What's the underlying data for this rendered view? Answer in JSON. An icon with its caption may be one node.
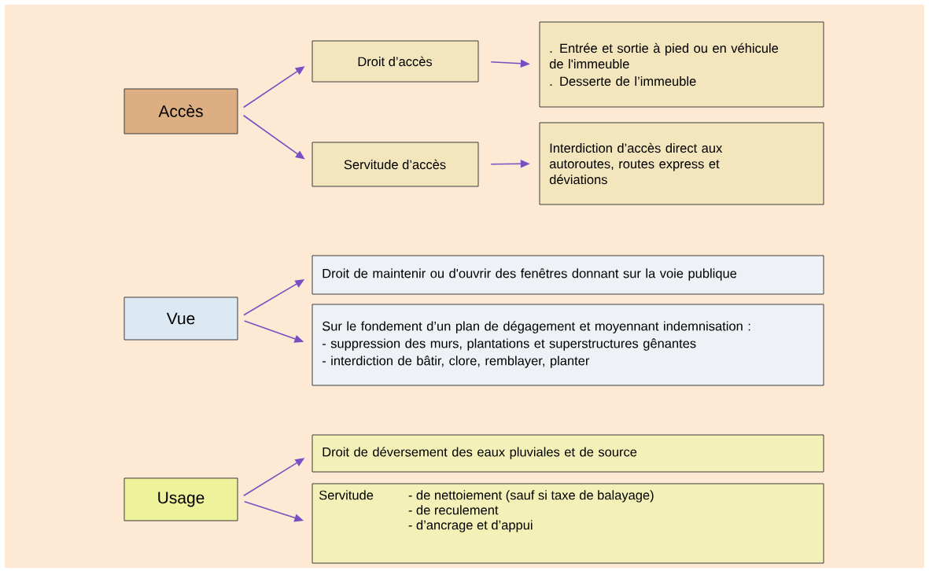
{
  "diagram": {
    "nodes": [
      {
        "text": [
          "Accès"
        ]
      },
      {
        "text": [
          "Droit d’accès"
        ]
      },
      {
        "text": [
          ". Entrée et sortie à pied ou en véhicule de l'immeuble",
          ". Desserte de l’immeuble"
        ]
      },
      {
        "text": [
          "Servitude d’accès"
        ]
      },
      {
        "text": [
          "Interdiction d’accès direct aux autoroutes, routes express et déviations"
        ]
      },
      {
        "text": [
          "Vue"
        ]
      },
      {
        "text": [
          "Droit de maintenir ou d'ouvrir des fenêtres donnant sur la voie publique"
        ]
      },
      {
        "text": [
          "Sur le fondement d’un plan de dégagement et moyennant indemnisation :",
          "- suppression des murs, plantations et superstructures gênantes",
          "- interdiction de bâtir, clore, remblayer, planter"
        ]
      },
      {
        "text": [
          "Usage"
        ]
      },
      {
        "text": [
          "Droit de déversement des eaux pluviales et de source"
        ]
      },
      {
        "text": [
          "Servitude",
          "- de nettoiement (sauf si taxe de balayage)",
          "- de reculement",
          "- d’ancrage et d’appui"
        ]
      }
    ],
    "edges": [
      {
        "from": 0,
        "to": 1,
        "arrow": "to"
      },
      {
        "from": 0,
        "to": 3,
        "arrow": "to"
      },
      {
        "from": 1,
        "to": 2,
        "arrow": "to"
      },
      {
        "from": 3,
        "to": 4,
        "arrow": "to"
      },
      {
        "from": 5,
        "to": 6,
        "arrow": "to"
      },
      {
        "from": 5,
        "to": 7,
        "arrow": "to"
      },
      {
        "from": 8,
        "to": 9,
        "arrow": "to"
      },
      {
        "from": 8,
        "to": 10,
        "arrow": "to"
      }
    ]
  }
}
